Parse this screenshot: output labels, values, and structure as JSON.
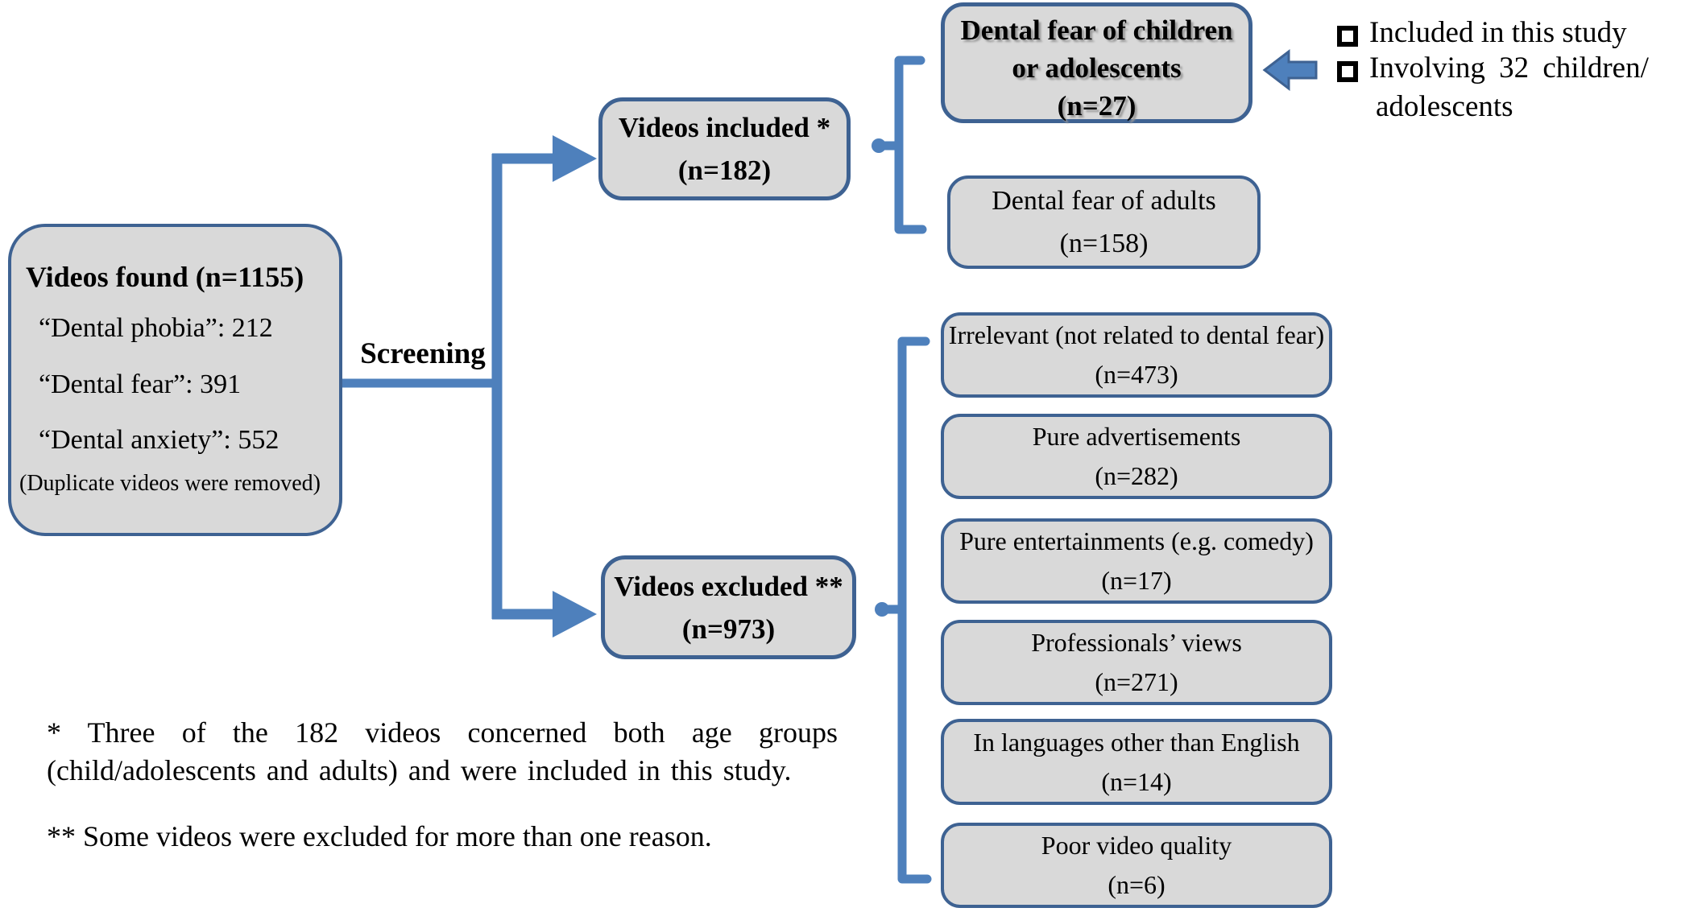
{
  "palette": {
    "box_fill": "#d9d9d9",
    "box_border": "#3e6292",
    "connector": "#4e80bc",
    "text": "#000000"
  },
  "found_box": {
    "title": "Videos found (n=1155)",
    "items": [
      "“Dental phobia”: 212",
      "“Dental fear”: 391",
      "“Dental anxiety”: 552"
    ],
    "note": "(Duplicate videos were removed)"
  },
  "screening_label": "Screening",
  "included_box": {
    "line1": "Videos included *",
    "line2": "(n=182)"
  },
  "excluded_box": {
    "line1": "Videos excluded **",
    "line2": "(n=973)"
  },
  "children_box": {
    "line1": "Dental fear of children",
    "line2": "or adolescents",
    "line3": "(n=27)"
  },
  "adults_box": {
    "line1": "Dental fear of adults",
    "line2": "(n=158)"
  },
  "exclusions": [
    {
      "label": "Irrelevant (not related to dental fear)",
      "count": "(n=473)"
    },
    {
      "label": "Pure advertisements",
      "count": "(n=282)"
    },
    {
      "label": "Pure entertainments (e.g. comedy)",
      "count": "(n=17)"
    },
    {
      "label": "Professionals’ views",
      "count": "(n=271)"
    },
    {
      "label": "In languages other than English",
      "count": "(n=14)"
    },
    {
      "label": "Poor video quality",
      "count": "(n=6)"
    }
  ],
  "legend": {
    "item1": "Included in this study",
    "item2_line1": "Involving 32 children/",
    "item2_line2": "adolescents"
  },
  "footnotes": {
    "note1_line1": "* Three of the 182 videos concerned both age groups",
    "note1_line2": "(child/adolescents and adults) and were included in this study.",
    "note2": "** Some videos were excluded for more than one reason."
  }
}
